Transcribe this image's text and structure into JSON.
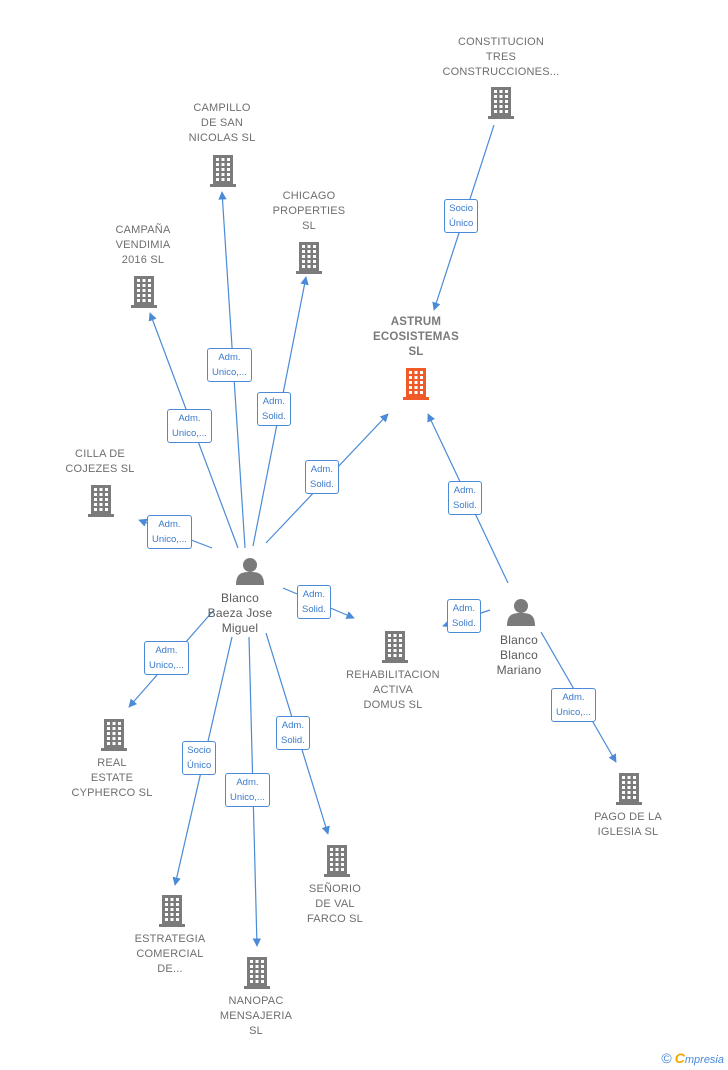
{
  "colors": {
    "edge": "#4a8ad6",
    "building": "#7b7b7b",
    "building_main": "#f05a28",
    "person": "#7b7b7b"
  },
  "nodes": [
    {
      "id": "constitucion",
      "type": "company",
      "label": "CONSTITUCION\nTRES\nCONSTRUCCIONES..."
    },
    {
      "id": "campillo",
      "type": "company",
      "label": "CAMPILLO\nDE SAN\nNICOLAS  SL"
    },
    {
      "id": "chicago",
      "type": "company",
      "label": "CHICAGO\nPROPERTIES\nSL"
    },
    {
      "id": "campana",
      "type": "company",
      "label": "CAMPAÑA\nVENDIMIA\n2016  SL"
    },
    {
      "id": "astrum",
      "type": "company-main",
      "label": "ASTRUM\nECOSISTEMAS\nSL"
    },
    {
      "id": "cilla",
      "type": "company",
      "label": "CILLA DE\nCOJEZES  SL"
    },
    {
      "id": "blanco_jose",
      "type": "person",
      "label": "Blanco\nBaeza Jose\nMiguel"
    },
    {
      "id": "rehabilitacion",
      "type": "company",
      "label": "REHABILITACION\nACTIVA\nDOMUS  SL"
    },
    {
      "id": "blanco_mariano",
      "type": "person",
      "label": "Blanco\nBlanco\nMariano"
    },
    {
      "id": "real_estate",
      "type": "company",
      "label": "REAL\nESTATE\nCYPHERCO  SL"
    },
    {
      "id": "pago",
      "type": "company",
      "label": "PAGO DE LA\nIGLESIA  SL"
    },
    {
      "id": "senorio",
      "type": "company",
      "label": "SEÑORIO\nDE VAL\nFARCO  SL"
    },
    {
      "id": "estrategia",
      "type": "company",
      "label": "ESTRATEGIA\nCOMERCIAL\nDE..."
    },
    {
      "id": "nanopac",
      "type": "company",
      "label": "NANOPAC\nMENSAJERIA\nSL"
    }
  ],
  "edges": [
    {
      "from": "constitucion",
      "to": "astrum",
      "label": "Socio\nÚnico"
    },
    {
      "from": "blanco_jose",
      "to": "campillo",
      "label": "Adm.\nUnico,..."
    },
    {
      "from": "blanco_jose",
      "to": "chicago",
      "label": "Adm.\nSolid."
    },
    {
      "from": "blanco_jose",
      "to": "campana",
      "label": "Adm.\nUnico,..."
    },
    {
      "from": "blanco_jose",
      "to": "astrum",
      "label": "Adm.\nSolid."
    },
    {
      "from": "blanco_jose",
      "to": "cilla",
      "label": "Adm.\nUnico,..."
    },
    {
      "from": "blanco_jose",
      "to": "rehabilitacion",
      "label": "Adm.\nSolid."
    },
    {
      "from": "blanco_mariano",
      "to": "astrum",
      "label": "Adm.\nSolid."
    },
    {
      "from": "blanco_mariano",
      "to": "rehabilitacion",
      "label": "Adm.\nSolid."
    },
    {
      "from": "blanco_jose",
      "to": "real_estate",
      "label": "Adm.\nUnico,..."
    },
    {
      "from": "blanco_mariano",
      "to": "pago",
      "label": "Adm.\nUnico,..."
    },
    {
      "from": "blanco_jose",
      "to": "senorio",
      "label": "Adm.\nSolid."
    },
    {
      "from": "blanco_jose",
      "to": "estrategia",
      "label": "Socio\nÚnico"
    },
    {
      "from": "blanco_jose",
      "to": "nanopac",
      "label": "Adm.\nUnico,..."
    }
  ],
  "footer": {
    "copyright": "©",
    "brand_initial": "C",
    "brand_rest": "mpresia"
  }
}
